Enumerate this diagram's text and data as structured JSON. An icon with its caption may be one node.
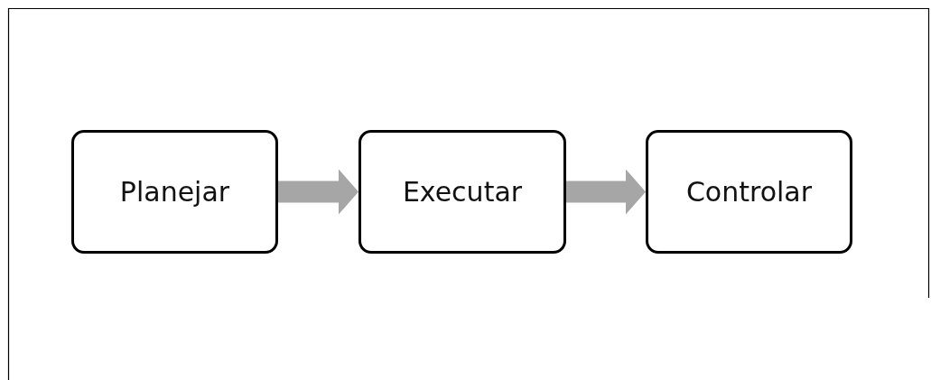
{
  "diagram": {
    "nodes": [
      {
        "text": [
          "Planejar"
        ]
      },
      {
        "text": [
          "Executar"
        ]
      },
      {
        "text": [
          "Controlar"
        ]
      }
    ],
    "edges": [
      {
        "from": 0,
        "to": 1,
        "arrow": "to"
      },
      {
        "from": 1,
        "to": 2,
        "arrow": "to"
      }
    ]
  }
}
